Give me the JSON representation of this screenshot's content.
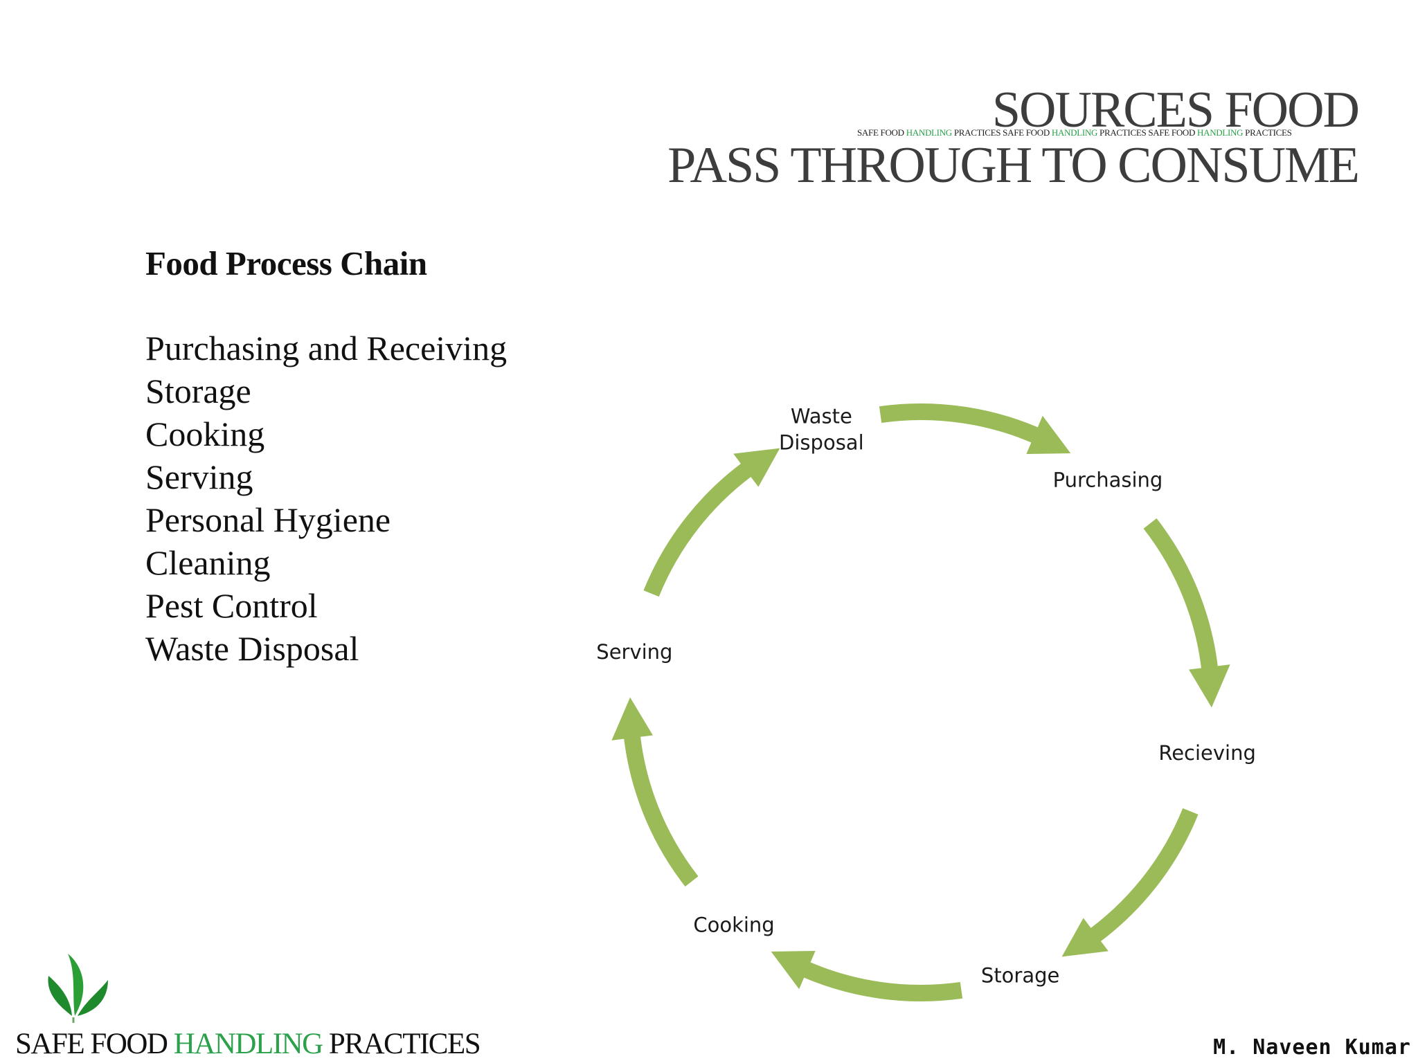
{
  "header": {
    "title_line1": "SOURCES FOOD",
    "title_line2": "PASS THROUGH TO CONSUME",
    "tagline": [
      {
        "safe_food": "SAFE FOOD ",
        "handling": "HANDLING",
        "practices": " PRACTICES "
      },
      {
        "safe_food": "SAFE FOOD ",
        "handling": "HANDLING",
        "practices": " PRACTICES "
      },
      {
        "safe_food": "SAFE FOOD ",
        "handling": "HANDLING",
        "practices": " PRACTICES"
      }
    ]
  },
  "main": {
    "heading": "Food Process Chain",
    "chain_items": [
      "Purchasing and Receiving",
      "Storage",
      "Cooking",
      "Serving",
      "Personal Hygiene",
      "Cleaning",
      "Pest Control",
      "Waste Disposal"
    ]
  },
  "cycle": {
    "arrow_color": "#9bbb59",
    "nodes": [
      {
        "label_lines": [
          "Purchasing"
        ]
      },
      {
        "label_lines": [
          "Recieving"
        ]
      },
      {
        "label_lines": [
          "Storage"
        ]
      },
      {
        "label_lines": [
          "Cooking"
        ]
      },
      {
        "label_lines": [
          "Serving"
        ]
      },
      {
        "label_lines": [
          "Waste",
          "Disposal"
        ]
      }
    ]
  },
  "footer": {
    "brand_part1": "SAFE FOOD ",
    "brand_part2": "HANDLING",
    "brand_part3": " PRACTICES",
    "author": "M. Naveen Kumar",
    "brand_green": "#2aa14a"
  }
}
